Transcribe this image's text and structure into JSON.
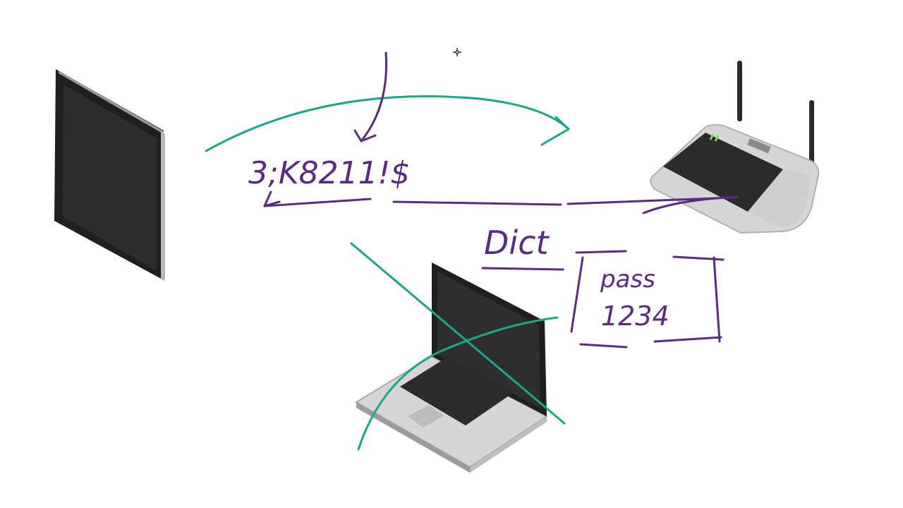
{
  "whiteboard": {
    "devices": [
      {
        "id": "tablet",
        "icon": "tablet-icon"
      },
      {
        "id": "router",
        "icon": "wifi-router-icon"
      },
      {
        "id": "laptop",
        "icon": "laptop-icon"
      }
    ],
    "annotations": {
      "captured_password": "3;K8211!$",
      "dictionary_label": "Dict",
      "dictionary_entries": [
        "pass",
        "1234"
      ]
    },
    "cursor_icon": "move-crosshair-icon",
    "colors": {
      "ink_purple": "#5b2a86",
      "ink_teal": "#18a88a",
      "device_dark": "#2a2a2a",
      "device_light": "#d4d4d4"
    }
  }
}
